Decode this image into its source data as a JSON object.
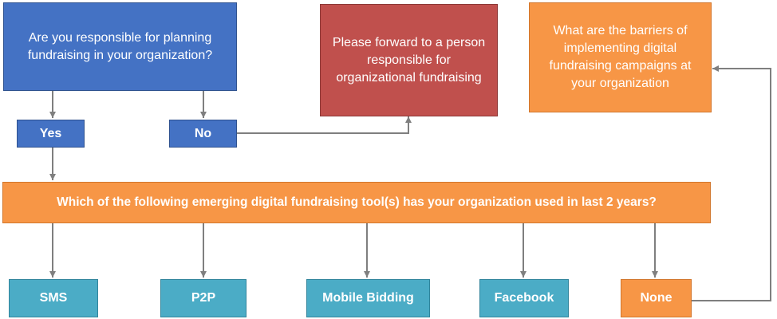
{
  "questions": {
    "responsible": "Are you responsible for planning fundraising in your organization?",
    "forward": "Please forward to a person responsible for organizational fundraising",
    "barriers": "What are the barriers of implementing digital fundraising campaigns at your organization",
    "tools": "Which of the following emerging digital fundraising tool(s) has your organization used in last 2 years?"
  },
  "answers": {
    "yes": "Yes",
    "no": "No"
  },
  "tools": {
    "sms": "SMS",
    "p2p": "P2P",
    "mobile_bidding": "Mobile Bidding",
    "facebook": "Facebook",
    "none": "None"
  },
  "colors": {
    "blue": "#4472c4",
    "red": "#c0504d",
    "orange": "#f79646",
    "teal": "#4bacc6",
    "connector": "#7f7f7f"
  }
}
